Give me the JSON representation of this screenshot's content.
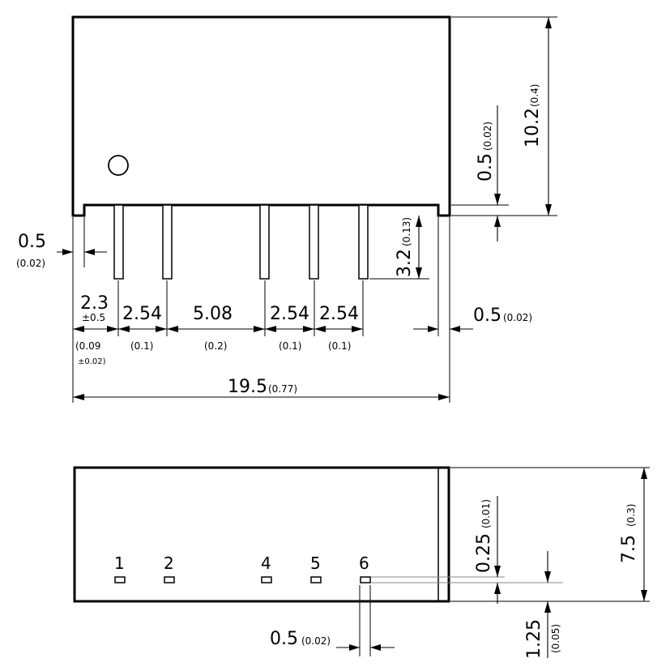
{
  "front_view": {
    "pin_pitch_1": {
      "value": "2.54",
      "inch": "(0.1)"
    },
    "pin_gap_center": {
      "value": "5.08",
      "inch": "(0.2)"
    },
    "pin_pitch_4": {
      "value": "2.54",
      "inch": "(0.1)"
    },
    "pin_pitch_5": {
      "value": "2.54",
      "inch": "(0.1)"
    },
    "first_pin_offset": {
      "value": "2.3",
      "tolerance": "±0.5",
      "inch": "(0.09",
      "inch_tolerance": "±0.02)"
    },
    "left_standoff": {
      "value": "0.5",
      "inch": "(0.02)"
    },
    "right_standoff": {
      "value": "0.5",
      "inch": "(0.02)"
    },
    "total_length": {
      "value": "19.5",
      "inch": "(0.77)"
    },
    "total_height": {
      "value": "10.2",
      "inch": "(0.4)"
    },
    "standoff_height": {
      "value": "0.5",
      "inch": "(0.02)"
    },
    "pin_length": {
      "value": "3.2",
      "inch": "(0.13)"
    }
  },
  "bottom_view": {
    "pin_labels": [
      "1",
      "2",
      "4",
      "5",
      "6"
    ],
    "pin_width": {
      "value": "0.5",
      "inch": "(0.02)"
    },
    "pin_thickness": {
      "value": "0.25",
      "inch": "(0.01)"
    },
    "total_depth": {
      "value": "7.5",
      "inch": "(0.3)"
    },
    "pin_row_offset": {
      "value": "1.25",
      "inch": "(0.05)"
    }
  }
}
